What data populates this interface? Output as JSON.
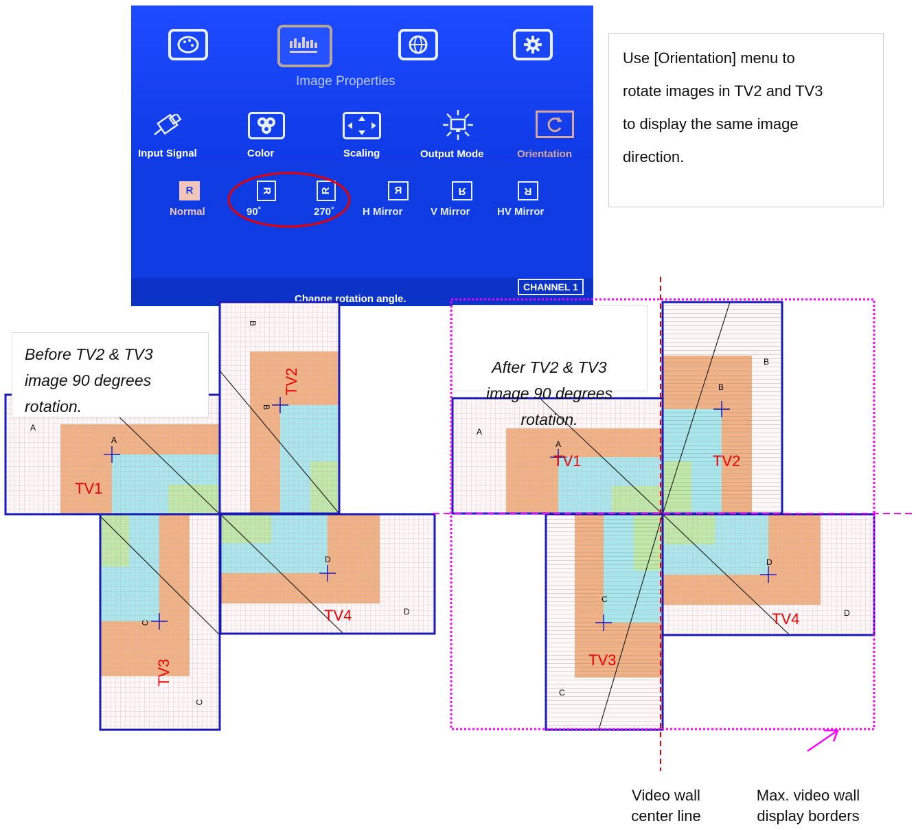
{
  "osd": {
    "top_icons": [
      "palette-icon",
      "image-properties-icon",
      "globe-icon",
      "gear-icon"
    ],
    "title": "Image Properties",
    "menu": [
      {
        "label": "Input Signal",
        "icon": "usb-plug-icon"
      },
      {
        "label": "Color",
        "icon": "color-circles-icon"
      },
      {
        "label": "Scaling",
        "icon": "scaling-arrows-icon"
      },
      {
        "label": "Output Mode",
        "icon": "monitor-sun-icon"
      },
      {
        "label": "Orientation",
        "icon": "rotate-icon"
      }
    ],
    "options": [
      {
        "glyph": "R",
        "label": "Normal"
      },
      {
        "glyph": "R",
        "label": "90˚"
      },
      {
        "glyph": "R",
        "label": "270˚"
      },
      {
        "glyph": "R",
        "label": "H Mirror"
      },
      {
        "glyph": "R",
        "label": "V Mirror"
      },
      {
        "glyph": "R",
        "label": "HV Mirror"
      }
    ],
    "hint": "Change rotation angle.",
    "channel": "CHANNEL 1"
  },
  "note": {
    "lines": [
      "Use [Orientation] menu to",
      "rotate images in TV2 and TV3",
      "to display the same image",
      "direction."
    ]
  },
  "before": {
    "caption": [
      "Before TV2 & TV3",
      "image 90 degrees",
      "rotation."
    ],
    "tv": [
      "TV1",
      "TV2",
      "TV3",
      "TV4"
    ],
    "letters": [
      "A",
      "A",
      "B",
      "B",
      "C",
      "C",
      "D",
      "D"
    ]
  },
  "after": {
    "caption": [
      "After TV2 & TV3",
      "image 90 degrees",
      "rotation."
    ],
    "tv": [
      "TV1",
      "TV2",
      "TV3",
      "TV4"
    ],
    "letters": [
      "A",
      "A",
      "B",
      "B",
      "C",
      "C",
      "D",
      "D"
    ]
  },
  "labels": {
    "center_line": [
      "Video wall",
      "center line"
    ],
    "borders": [
      "Max. video wall",
      "display borders"
    ]
  },
  "colors": {
    "osd_blue": "#1144ee",
    "tile_border": "#1a1ab8",
    "orange": "#f0b285",
    "cyan": "#a8e6ec",
    "green": "#bfe8a8",
    "magenta": "#ff00ff",
    "red": "#e80000"
  }
}
